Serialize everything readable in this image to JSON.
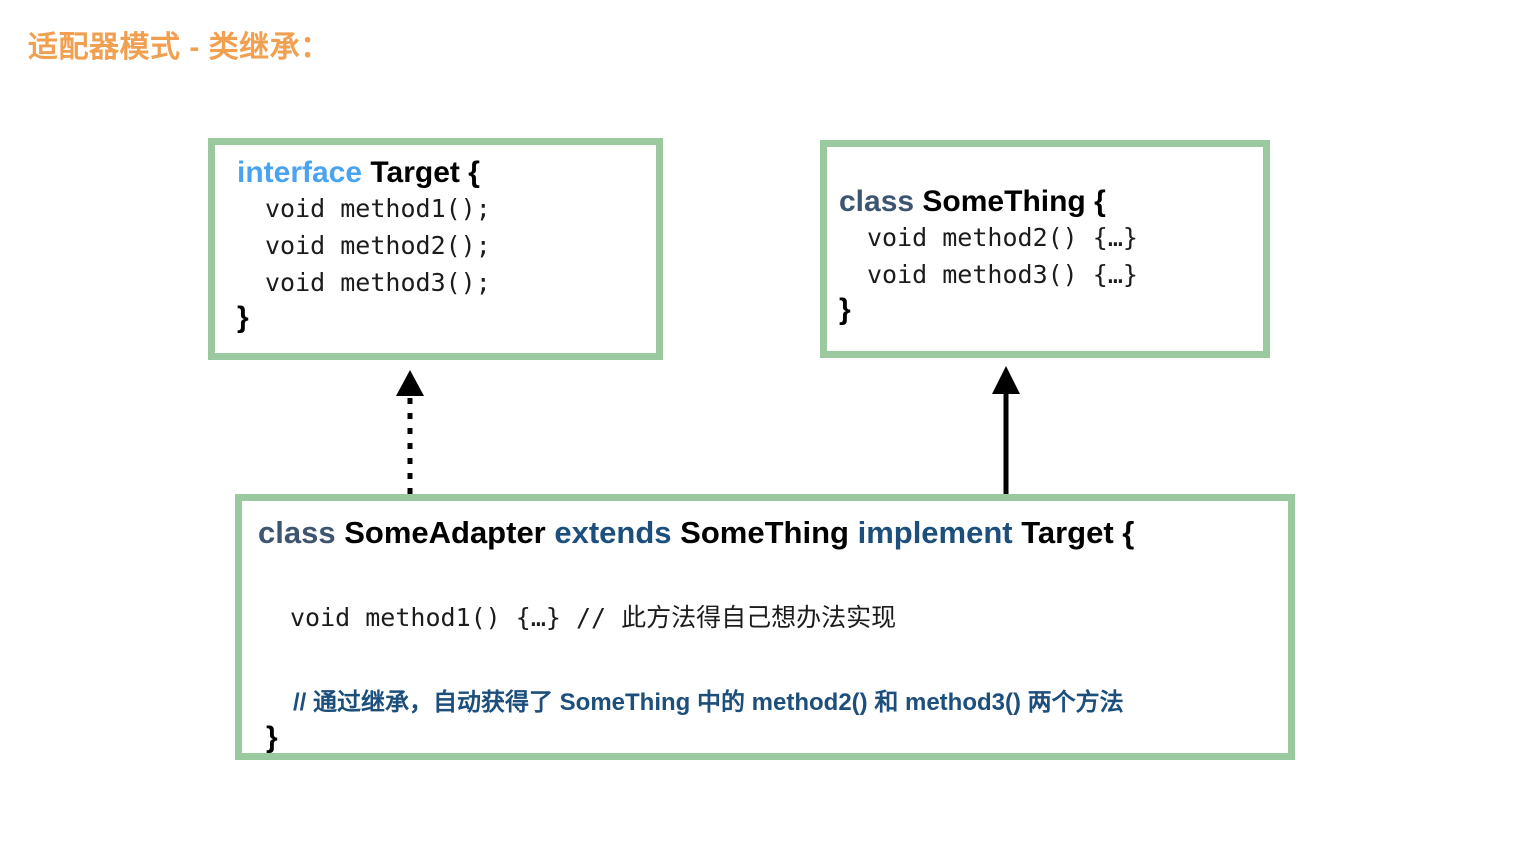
{
  "slide": {
    "title": "适配器模式 - 类继承：",
    "title_color": "#f0a050",
    "background": "#ffffff"
  },
  "theme": {
    "box_border_color": "#9ac9a0",
    "box_fill": "#ffffff",
    "keyword_interface_color": "#4aa3f0",
    "keyword_class_color": "#3e5572",
    "keyword_relation_color": "#1d4f7c",
    "code_text_color": "#1c1c1c",
    "arrow_color": "#000000"
  },
  "boxes": {
    "target": {
      "keyword": "interface",
      "name": "Target {",
      "lines": [
        "void method1();",
        "void method2();",
        "void method3();"
      ],
      "close": "}"
    },
    "something": {
      "keyword": "class",
      "name": "SomeThing {",
      "lines": [
        "void method2() {…}",
        "void method3() {…}"
      ],
      "close": "}"
    },
    "adapter": {
      "keyword": "class",
      "name": "SomeAdapter",
      "extends_keyword": "extends",
      "extends_target": "SomeThing",
      "implement_keyword": "implement",
      "implement_target": "Target {",
      "method_line": "void method1() {…} // 此方法得自己想办法实现",
      "comment_line": "// 通过继承，自动获得了 SomeThing 中的 method2() 和 method3() 两个方法",
      "close": "}"
    }
  },
  "connectors": [
    {
      "id": "realization",
      "label": "implements-arrow",
      "style": "dotted",
      "head": "solid-triangle",
      "from": "adapter",
      "to": "target"
    },
    {
      "id": "generalization",
      "label": "extends-arrow",
      "style": "solid",
      "head": "solid-triangle",
      "from": "adapter",
      "to": "something"
    }
  ]
}
